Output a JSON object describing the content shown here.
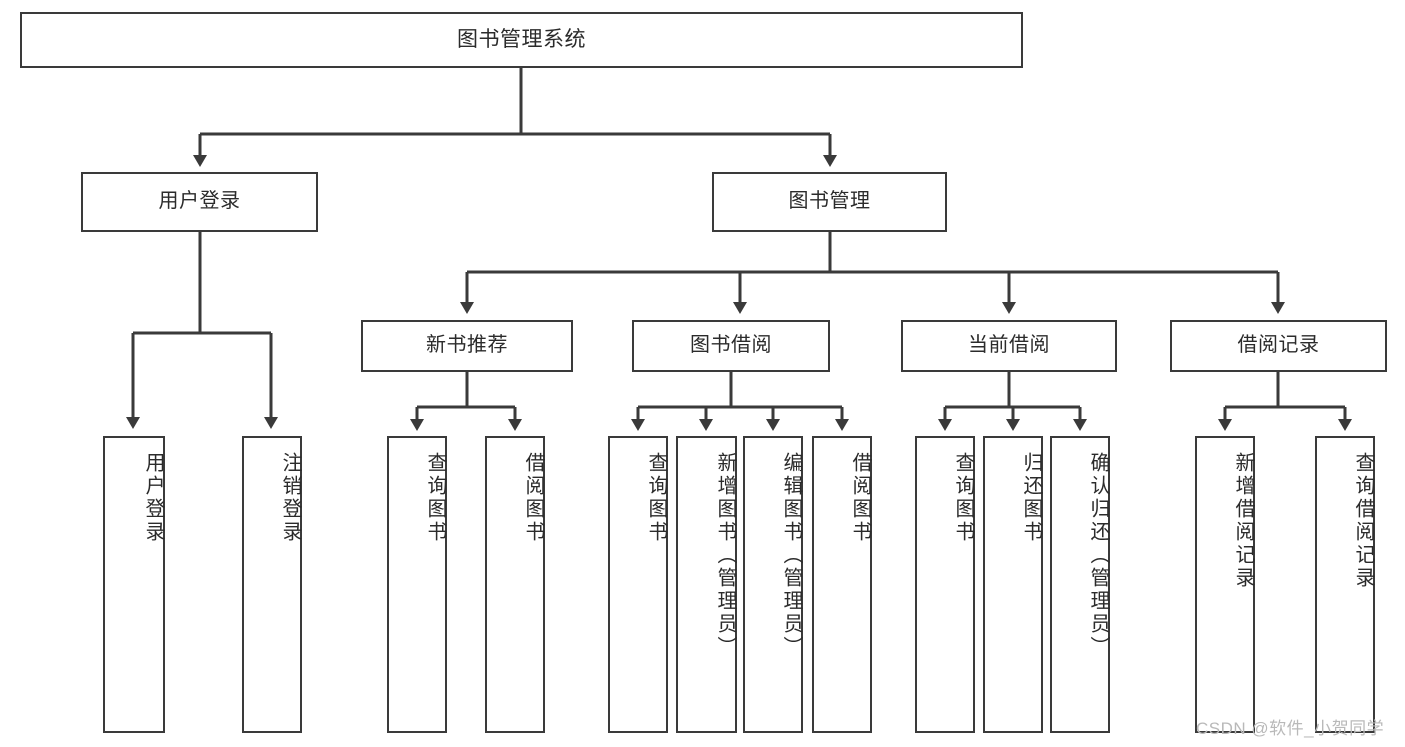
{
  "diagram": {
    "title": "图书管理系统",
    "type": "hierarchy-tree",
    "watermark": "CSDN @软件_小贺同学",
    "colors": {
      "background": "#ffffff",
      "box_border": "#3a3a3a",
      "box_fill": "#ffffff",
      "text": "#2b2b2b",
      "connector": "#3a3a3a",
      "watermark": "#b9b9b9"
    },
    "nodes": {
      "root": {
        "id": "root",
        "label": "图书管理系统",
        "level": 1
      },
      "level2": [
        {
          "id": "user-login",
          "label": "用户登录",
          "level": 2
        },
        {
          "id": "book-manage",
          "label": "图书管理",
          "level": 2
        }
      ],
      "level3": [
        {
          "id": "new-book-rec",
          "label": "新书推荐",
          "level": 3,
          "parent": "book-manage"
        },
        {
          "id": "book-borrow",
          "label": "图书借阅",
          "level": 3,
          "parent": "book-manage"
        },
        {
          "id": "current-borrow",
          "label": "当前借阅",
          "level": 3,
          "parent": "book-manage"
        },
        {
          "id": "borrow-record",
          "label": "借阅记录",
          "level": 3,
          "parent": "book-manage"
        }
      ],
      "leaves": [
        {
          "id": "leaf-user-login",
          "label": "用户登录",
          "parent": "user-login"
        },
        {
          "id": "leaf-user-logout",
          "label": "注销登录",
          "parent": "user-login"
        },
        {
          "id": "leaf-query-book-1",
          "label": "查询图书",
          "parent": "new-book-rec"
        },
        {
          "id": "leaf-borrow-book-1",
          "label": "借阅图书",
          "parent": "new-book-rec"
        },
        {
          "id": "leaf-query-book-2",
          "label": "查询图书",
          "parent": "book-borrow"
        },
        {
          "id": "leaf-add-book",
          "label": "新增图书（管理员）",
          "parent": "book-borrow"
        },
        {
          "id": "leaf-edit-book",
          "label": "编辑图书（管理员）",
          "parent": "book-borrow"
        },
        {
          "id": "leaf-borrow-book-2",
          "label": "借阅图书",
          "parent": "book-borrow"
        },
        {
          "id": "leaf-query-book-3",
          "label": "查询图书",
          "parent": "current-borrow"
        },
        {
          "id": "leaf-return-book",
          "label": "归还图书",
          "parent": "current-borrow"
        },
        {
          "id": "leaf-confirm-return",
          "label": "确认归还（管理员）",
          "parent": "current-borrow"
        },
        {
          "id": "leaf-add-record",
          "label": "新增借阅记录",
          "parent": "borrow-record"
        },
        {
          "id": "leaf-query-record",
          "label": "查询借阅记录",
          "parent": "borrow-record"
        }
      ]
    }
  }
}
